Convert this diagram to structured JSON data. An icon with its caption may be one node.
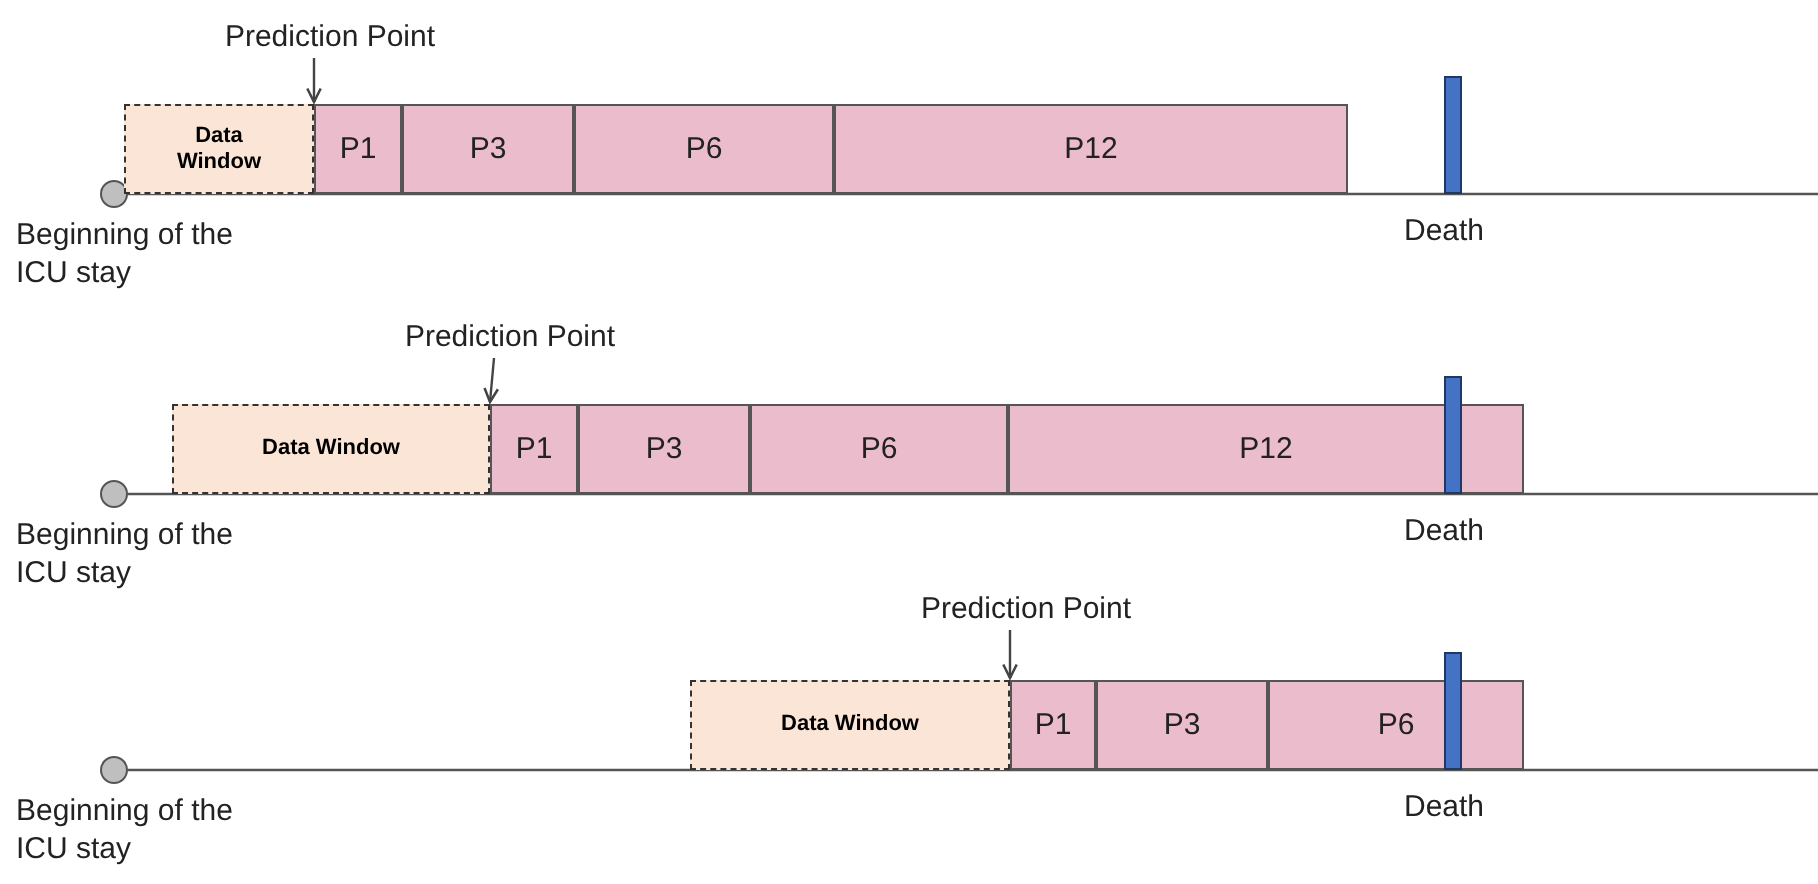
{
  "diagram": {
    "nodes": [
      {
        "text": [
          "Prediction Point"
        ]
      },
      {
        "text": [],
        "shape": "circle",
        "beside": [
          "Beginning of the ICU stay"
        ]
      },
      {
        "text": [
          "Data Window"
        ]
      },
      {
        "text": [
          "P1"
        ]
      },
      {
        "text": [
          "P3"
        ]
      },
      {
        "text": [
          "P6"
        ]
      },
      {
        "text": [
          "P12"
        ]
      },
      {
        "text": [],
        "shape": "bar",
        "beside": [
          "Death"
        ]
      },
      {
        "text": [
          "Prediction Point"
        ]
      },
      {
        "text": [],
        "shape": "circle",
        "beside": [
          "Beginning of the ICU stay"
        ]
      },
      {
        "text": [
          "Data Window"
        ]
      },
      {
        "text": [
          "P1"
        ]
      },
      {
        "text": [
          "P3"
        ]
      },
      {
        "text": [
          "P6"
        ]
      },
      {
        "text": [
          "P12"
        ]
      },
      {
        "text": [],
        "shape": "bar",
        "beside": [
          "Death"
        ]
      },
      {
        "text": [
          "Prediction Point"
        ]
      },
      {
        "text": [],
        "shape": "circle",
        "beside": [
          "Beginning of the ICU stay"
        ]
      },
      {
        "text": [
          "Data Window"
        ]
      },
      {
        "text": [
          "P1"
        ]
      },
      {
        "text": [
          "P3"
        ]
      },
      {
        "text": [
          "P6"
        ]
      },
      {
        "text": [],
        "shape": "bar",
        "beside": [
          "Death"
        ]
      }
    ],
    "edges": [
      {
        "from": 0,
        "to": 3,
        "arrow": "to"
      },
      {
        "from": 8,
        "to": 11,
        "arrow": "to"
      },
      {
        "from": 16,
        "to": 19,
        "arrow": "to"
      }
    ]
  }
}
